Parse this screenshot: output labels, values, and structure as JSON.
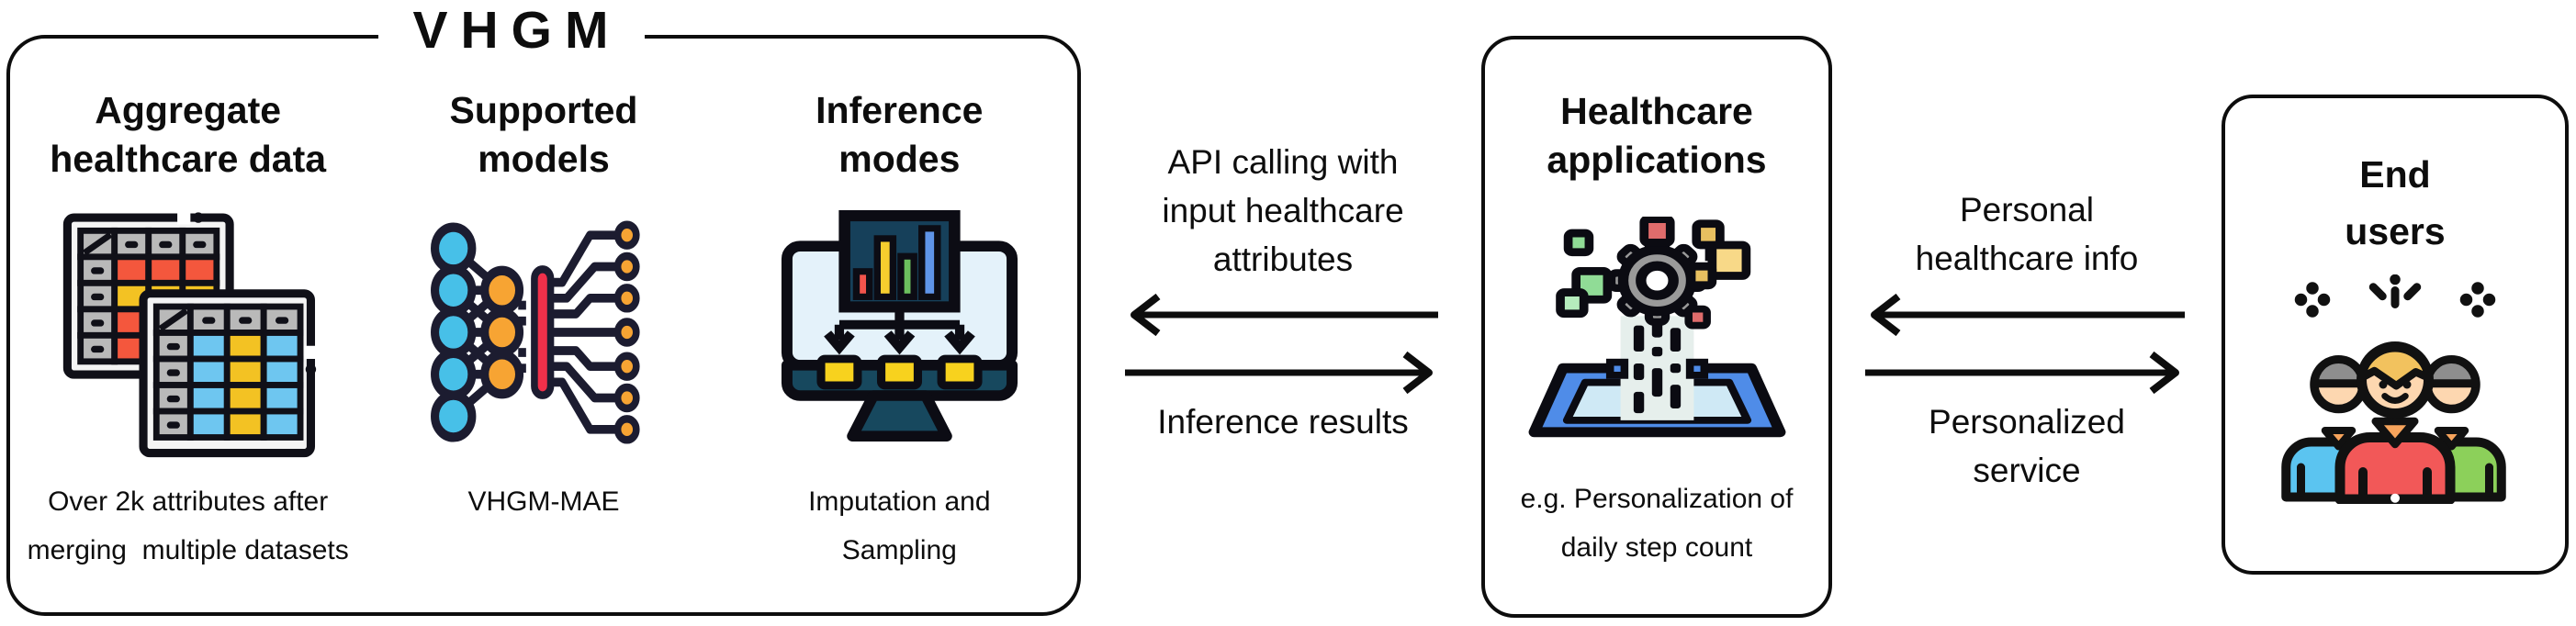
{
  "vhgm": {
    "title": "VHGM",
    "columns": [
      {
        "heading": "Aggregate\nhealthcare data",
        "icon": "spreadsheet-tables-icon",
        "caption": "Over 2k attributes after\nmerging  multiple datasets"
      },
      {
        "heading": "Supported\nmodels",
        "icon": "neural-network-icon",
        "caption": "VHGM-MAE"
      },
      {
        "heading": "Inference\nmodes",
        "icon": "monitor-flowchart-icon",
        "caption": "Imputation and\nSampling"
      }
    ]
  },
  "links": {
    "vhgm_apps": {
      "request_label": "API calling with\ninput healthcare\nattributes",
      "response_label": "Inference results"
    },
    "apps_users": {
      "request_label": "Personal\nhealthcare info",
      "response_label": "Personalized\nservice"
    }
  },
  "healthcare_apps": {
    "heading": "Healthcare\napplications",
    "icon": "gear-app-tablet-icon",
    "caption": "e.g. Personalization of\ndaily step count"
  },
  "end_users": {
    "heading": "End\nusers",
    "icon": "user-group-icon"
  },
  "palette": {
    "outline": "#101018",
    "node_blue": "#47c0e8",
    "node_orange": "#f7a433",
    "bar_red": "#f0304a",
    "cell_red": "#f4573d",
    "cell_yellow": "#f3c223",
    "cell_blue": "#6ec6f0",
    "header_gray": "#b9b9b9",
    "screen_lightblue": "#e4f2fa",
    "monitor_teal": "#17485e",
    "panel_navy": "#16405a",
    "gear_gray": "#9a9a9a",
    "square_green": "#90dc96",
    "square_red": "#e06c6c",
    "square_yellow": "#f8d988",
    "tablet_blue": "#4f8ce8",
    "tablet_screen": "#cfe9f5",
    "flow_gold": "#f7d21e",
    "skin": "#fdd7b0",
    "hair_blonde": "#f2c25e",
    "hair_gray": "#8e8e8e",
    "shirt_red": "#f25858",
    "shirt_blue": "#5bc4f0",
    "shirt_green": "#8cd05a"
  }
}
